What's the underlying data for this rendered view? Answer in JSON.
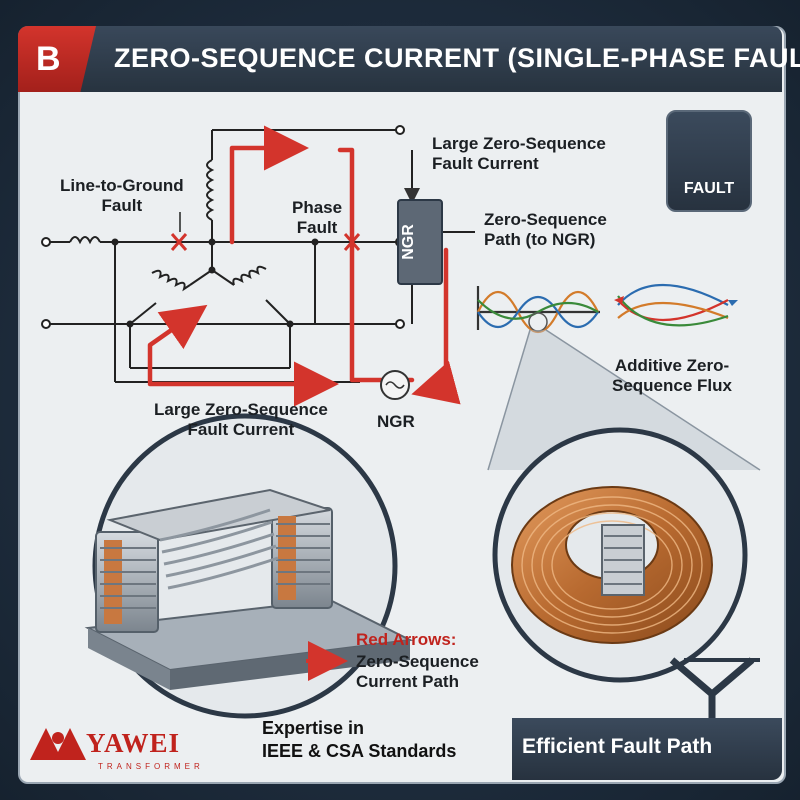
{
  "header": {
    "badge_letter": "B",
    "title": "ZERO-SEQUENCE CURRENT (SINGLE-PHASE FAULT)"
  },
  "labels": {
    "line_to_ground_1": "Line-to-Ground",
    "line_to_ground_2": "Fault",
    "phase_fault_1": "Phase",
    "phase_fault_2": "Fault",
    "large_zs_top_1": "Large Zero-Sequence",
    "large_zs_top_2": "Fault Current",
    "zs_path_1": "Zero-Sequence",
    "zs_path_2": "Path (to NGR)",
    "ngr_box": "NGR",
    "ngr_bottom": "NGR",
    "large_zs_bottom_1": "Large Zero-Sequence",
    "large_zs_bottom_2": "Fault Current",
    "additive_1": "Additive Zero-",
    "additive_2": "Sequence Flux",
    "red_arrows_title": "Red Arrows:",
    "red_arrows_1": "Zero-Sequence",
    "red_arrows_2": "Current Path"
  },
  "fault_badge": {
    "icon": "lightning-bolt-icon",
    "label": "FAULT"
  },
  "footer": {
    "brand": "YAWEI",
    "brand_sub": "TRANSFORMER",
    "expertise_1": "Expertise in",
    "expertise_2": "IEEE & CSA Standards",
    "tagline": "Efficient Fault Path"
  },
  "colors": {
    "accent_red": "#d3342c",
    "dark": "#2c3846",
    "copper": "#c87840"
  }
}
